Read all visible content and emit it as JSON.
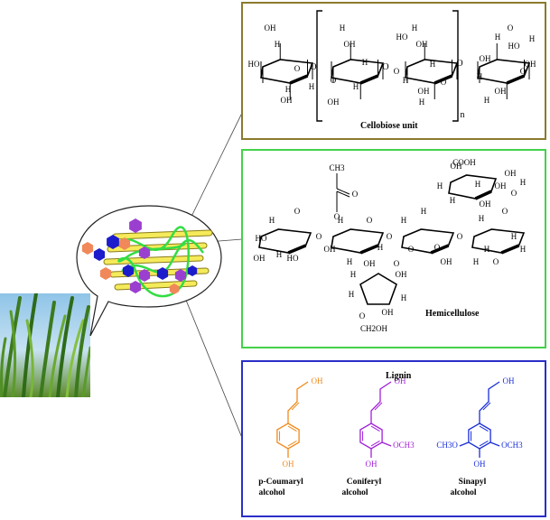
{
  "panels": {
    "cellulose": {
      "caption": "Cellobiose unit",
      "repeat_subscript": "n",
      "border_color": "#8b7a2e",
      "atom_labels": [
        "OH",
        "H",
        "HO",
        "H",
        "O",
        "OH",
        "H",
        "H",
        "OH",
        "O",
        "H",
        "OH",
        "H",
        "O",
        "HO",
        "H",
        "OH",
        "H",
        "OH",
        "H",
        "O",
        "H",
        "OH",
        "H",
        "O",
        "HO",
        "H",
        "O",
        "H",
        "OH",
        "H",
        "OH",
        "OH",
        "H",
        "O",
        "H",
        "OH",
        "H",
        "OH",
        "H",
        "OH"
      ]
    },
    "hemicellulose": {
      "caption": "Hemicellulose",
      "border_color": "#43d14a",
      "acetyl": {
        "methyl": "CH3",
        "carbonyl_o": "O",
        "ester_o": "O"
      },
      "glucuronic": {
        "carboxyl": "COOH",
        "labels": [
          "H",
          "H",
          "HO",
          "O",
          "HO",
          "H",
          "H",
          "OH",
          "O"
        ]
      },
      "atom_labels": [
        "HO",
        "H",
        "OH",
        "O",
        "H",
        "HO",
        "H",
        "OH",
        "H",
        "O",
        "H",
        "H",
        "O",
        "H",
        "O",
        "OH",
        "H",
        "H",
        "O",
        "H",
        "H",
        "O",
        "H",
        "OH",
        "H",
        "H",
        "O",
        "OH",
        "H",
        "OH",
        "H",
        "OH"
      ],
      "arabinose": {
        "labels": [
          "H",
          "OH",
          "O",
          "H",
          "H",
          "OH",
          "O",
          "OH",
          "CH2OH"
        ]
      }
    },
    "lignin": {
      "title": "Lignin",
      "border_color": "#2a2ec8",
      "monomers": [
        {
          "name_line1": "p-Coumaryl",
          "name_line2": "alcohol",
          "color": "#f08a1c",
          "top": "OH",
          "para": "OH",
          "meta_left": "",
          "meta_right": ""
        },
        {
          "name_line1": "Coniferyl",
          "name_line2": "alcohol",
          "color": "#a020d8",
          "top": "OH",
          "para": "OH",
          "meta_left": "",
          "meta_right": "OCH3"
        },
        {
          "name_line1": "Sinapyl",
          "name_line2": "alcohol",
          "color": "#1a2ed8",
          "top": "OH",
          "para": "OH",
          "meta_left": "CH3O",
          "meta_right": "OCH3"
        }
      ]
    }
  },
  "bubble": {
    "hexagon_colors": {
      "purple": "#9b3fd0",
      "blue": "#1c1ccc",
      "orange": "#f0885a",
      "fiber": "#f5ea5a",
      "strand": "#33dd44"
    }
  }
}
